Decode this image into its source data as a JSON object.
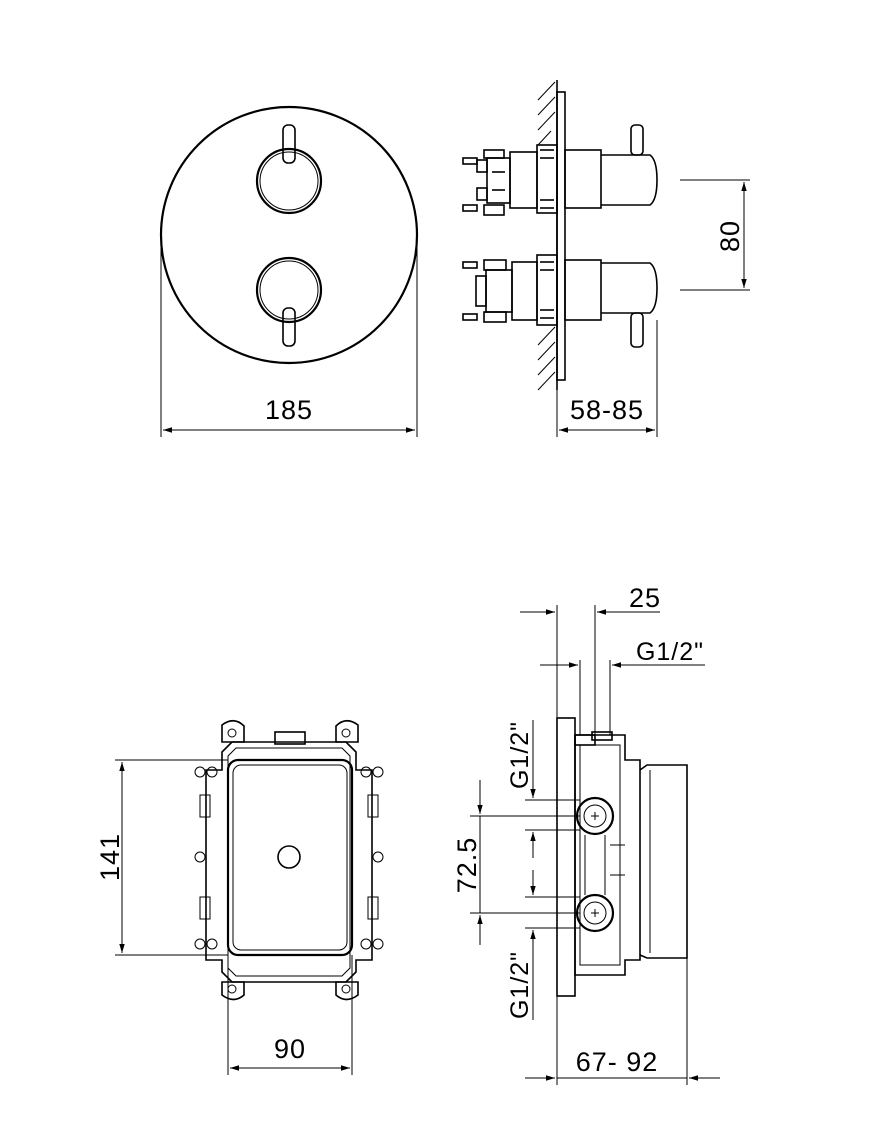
{
  "dimensions": {
    "d185": "185",
    "d5885": "58-85",
    "d80": "80",
    "d141": "141",
    "d90": "90",
    "d725": "72.5",
    "d25": "25",
    "g12_top": "G1/2\"",
    "g12_vert_top": "G1/2\"",
    "g12_vert_bottom": "G1/2\"",
    "d6792": "67- 92"
  }
}
